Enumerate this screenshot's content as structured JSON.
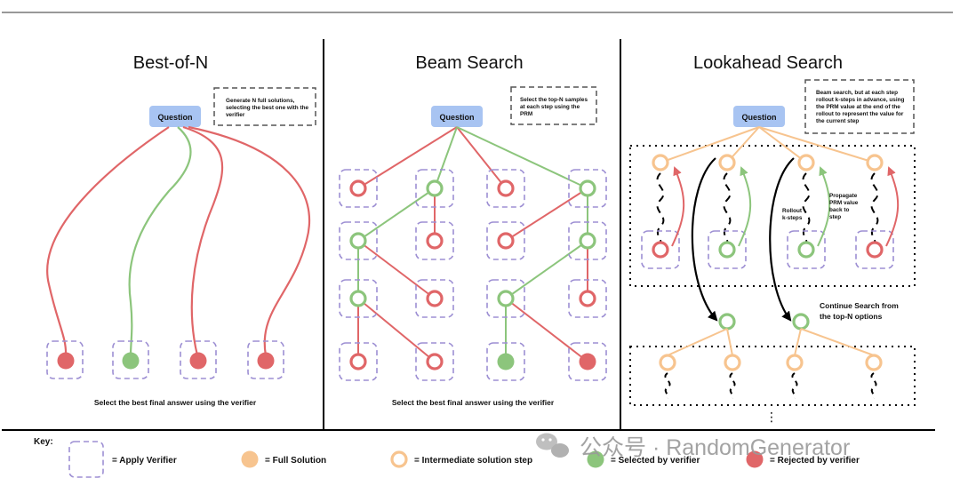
{
  "panels": {
    "best_of_n": {
      "title": "Best-of-N",
      "note": [
        "Generate N full solutions,",
        "selecting the best one with the",
        "verifier"
      ],
      "question": "Question",
      "caption": "Select the best final answer using the verifier"
    },
    "beam_search": {
      "title": "Beam Search",
      "note": [
        "Select the top-N samples",
        "at each step using the",
        "PRM"
      ],
      "question": "Question",
      "caption": "Select the best final answer using the verifier"
    },
    "lookahead": {
      "title": "Lookahead Search",
      "note": [
        "Beam search, but at each step",
        "rollout k-steps in advance, using",
        "the PRM value at the end of the",
        "rollout to represent the value for",
        "the current step"
      ],
      "question": "Question",
      "rollout_label": [
        "Rollout",
        "k-steps"
      ],
      "propagate_label": [
        "Propagate",
        "PRM value",
        "back to",
        "step"
      ],
      "continue_label": [
        "Continue Search from",
        "the top-N options"
      ],
      "ellipsis": "⋮"
    }
  },
  "key": {
    "title": "Key:",
    "items": [
      {
        "label": "= Apply Verifier"
      },
      {
        "label": "= Full Solution"
      },
      {
        "label": "= Intermediate solution step"
      },
      {
        "label": "= Selected by verifier"
      },
      {
        "label": "= Rejected by verifier"
      }
    ]
  },
  "watermark": "公众号 · RandomGenerator",
  "colors": {
    "green": "#8cc57c",
    "red": "#e06668",
    "orange": "#f7c48f",
    "purple": "#9d8fd3",
    "question_bg": "#a8c4f2"
  }
}
